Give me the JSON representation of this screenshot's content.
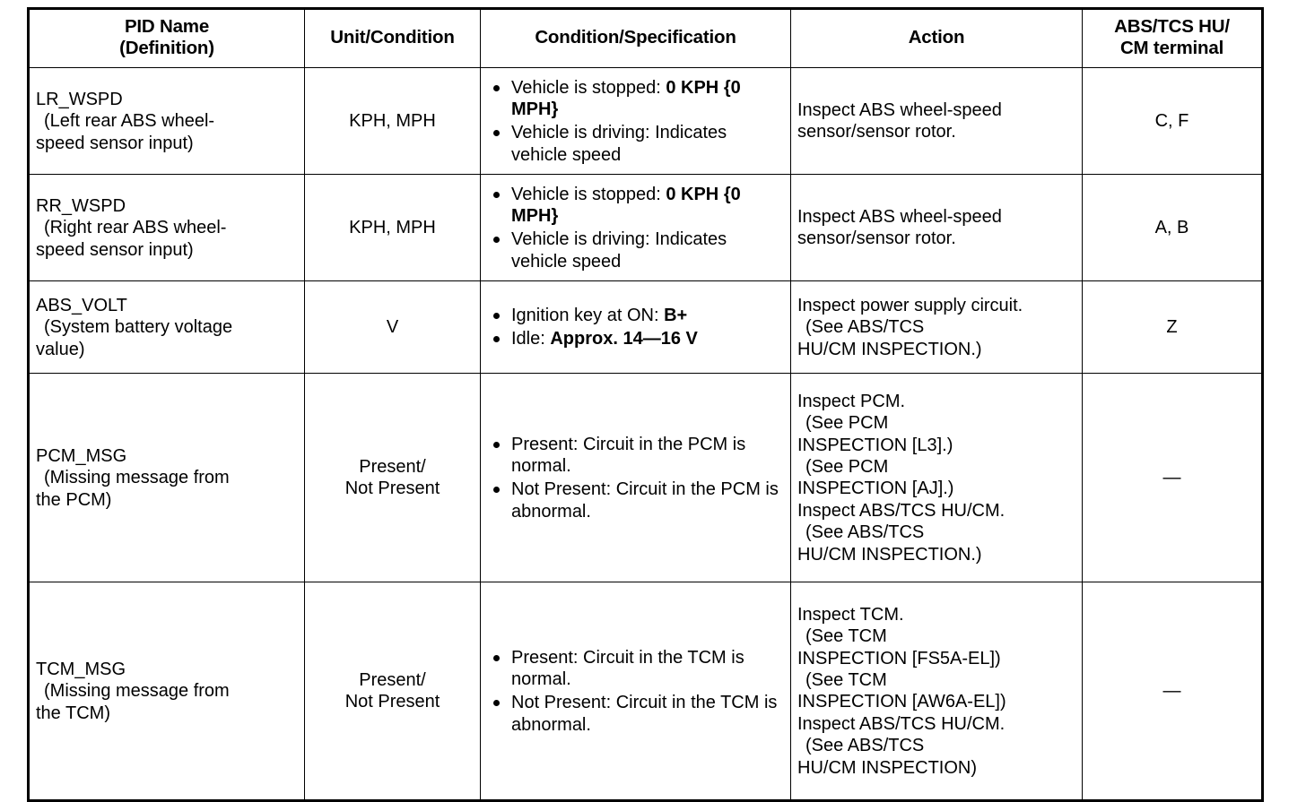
{
  "table": {
    "headers": [
      {
        "line1": "PID Name",
        "line2": "(Definition)"
      },
      {
        "line1": "Unit/Condition",
        "line2": ""
      },
      {
        "line1": "Condition/Specification",
        "line2": ""
      },
      {
        "line1": "Action",
        "line2": ""
      },
      {
        "line1": "ABS/TCS HU/",
        "line2": "CM terminal"
      }
    ],
    "rows": [
      {
        "pid_name": "LR_WSPD",
        "pid_def_line1": "(Left rear ABS wheel-",
        "pid_def_line2": "speed sensor input)",
        "unit_line1": "KPH, MPH",
        "unit_line2": "",
        "conditions": [
          {
            "pre": "Vehicle is stopped: ",
            "bold": "0 KPH",
            "post": "",
            "bold2": "{0 MPH}"
          },
          {
            "pre": "Vehicle is driving: Indicates vehicle speed",
            "bold": "",
            "post": "",
            "bold2": ""
          }
        ],
        "action_lines": [
          {
            "text": "Inspect ABS wheel-speed",
            "indent": false
          },
          {
            "text": "sensor/sensor rotor.",
            "indent": false
          }
        ],
        "terminal": "C, F"
      },
      {
        "pid_name": "RR_WSPD",
        "pid_def_line1": "(Right rear ABS wheel-",
        "pid_def_line2": "speed sensor input)",
        "unit_line1": "KPH, MPH",
        "unit_line2": "",
        "conditions": [
          {
            "pre": "Vehicle is stopped: ",
            "bold": "0 KPH",
            "post": "",
            "bold2": "{0 MPH}"
          },
          {
            "pre": "Vehicle is driving: Indicates vehicle speed",
            "bold": "",
            "post": "",
            "bold2": ""
          }
        ],
        "action_lines": [
          {
            "text": "Inspect ABS wheel-speed",
            "indent": false
          },
          {
            "text": "sensor/sensor rotor.",
            "indent": false
          }
        ],
        "terminal": "A, B"
      },
      {
        "pid_name": "ABS_VOLT",
        "pid_def_line1": "(System battery voltage",
        "pid_def_line2": "value)",
        "unit_line1": "V",
        "unit_line2": "",
        "conditions": [
          {
            "pre": "Ignition key at ON: ",
            "bold": "B+",
            "post": "",
            "bold2": ""
          },
          {
            "pre": "Idle: ",
            "bold": "Approx. 14—16 V",
            "post": "",
            "bold2": ""
          }
        ],
        "action_lines": [
          {
            "text": "Inspect power supply circuit.",
            "indent": false
          },
          {
            "text": "(See ABS/TCS",
            "indent": true
          },
          {
            "text": "HU/CM INSPECTION.)",
            "indent": false
          }
        ],
        "terminal": "Z"
      },
      {
        "pid_name": "PCM_MSG",
        "pid_def_line1": "(Missing message from",
        "pid_def_line2": "the PCM)",
        "unit_line1": "Present/",
        "unit_line2": "Not Present",
        "conditions": [
          {
            "pre": "Present: Circuit in the PCM is normal.",
            "bold": "",
            "post": "",
            "bold2": ""
          },
          {
            "pre": "Not Present: Circuit in the PCM is abnormal.",
            "bold": "",
            "post": "",
            "bold2": ""
          }
        ],
        "action_lines": [
          {
            "text": "Inspect PCM.",
            "indent": false
          },
          {
            "text": "(See PCM",
            "indent": true
          },
          {
            "text": "INSPECTION [L3].)",
            "indent": false
          },
          {
            "text": "(See PCM",
            "indent": true
          },
          {
            "text": "INSPECTION [AJ].)",
            "indent": false
          },
          {
            "text": "Inspect ABS/TCS HU/CM.",
            "indent": false
          },
          {
            "text": "(See ABS/TCS",
            "indent": true
          },
          {
            "text": "HU/CM INSPECTION.)",
            "indent": false
          }
        ],
        "terminal": "—"
      },
      {
        "pid_name": "TCM_MSG",
        "pid_def_line1": "(Missing message from",
        "pid_def_line2": "the TCM)",
        "unit_line1": "Present/",
        "unit_line2": "Not Present",
        "conditions": [
          {
            "pre": "Present: Circuit in the TCM is normal.",
            "bold": "",
            "post": "",
            "bold2": ""
          },
          {
            "pre": "Not Present: Circuit in the TCM is abnormal.",
            "bold": "",
            "post": "",
            "bold2": ""
          }
        ],
        "action_lines": [
          {
            "text": "Inspect TCM.",
            "indent": false
          },
          {
            "text": "(See TCM",
            "indent": true
          },
          {
            "text": "INSPECTION [FS5A-EL])",
            "indent": false
          },
          {
            "text": "(See TCM",
            "indent": true
          },
          {
            "text": "INSPECTION [AW6A-EL])",
            "indent": false
          },
          {
            "text": "Inspect ABS/TCS HU/CM.",
            "indent": false
          },
          {
            "text": "(See ABS/TCS",
            "indent": true
          },
          {
            "text": "HU/CM INSPECTION)",
            "indent": false
          }
        ],
        "terminal": "—"
      }
    ]
  }
}
